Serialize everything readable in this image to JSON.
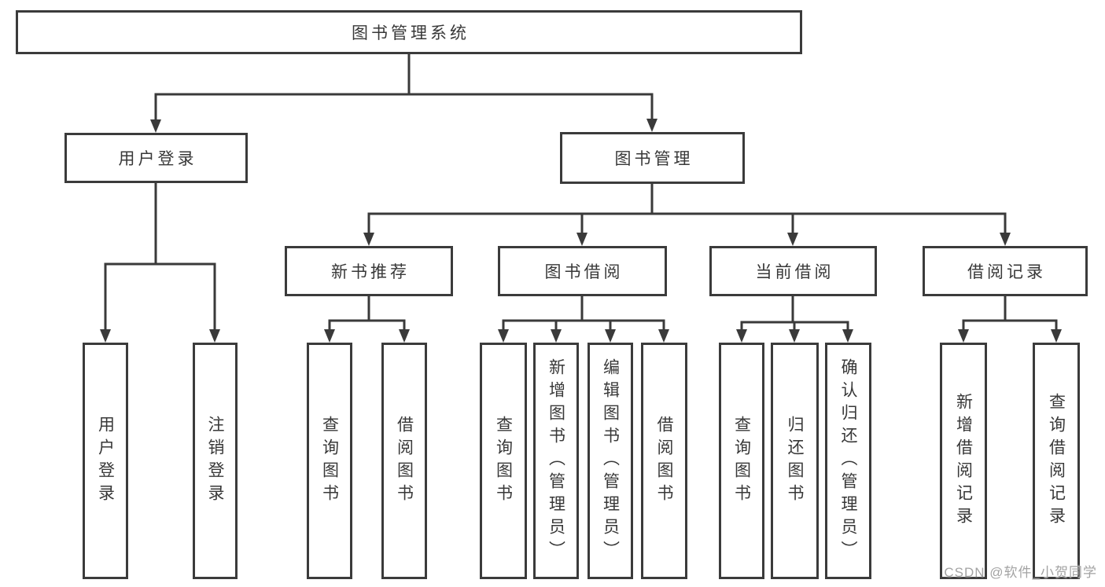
{
  "diagram": {
    "root": {
      "label": "图书管理系统"
    },
    "level2": [
      {
        "label": "用户登录"
      },
      {
        "label": "图书管理"
      }
    ],
    "level3": [
      {
        "label": "新书推荐"
      },
      {
        "label": "图书借阅"
      },
      {
        "label": "当前借阅"
      },
      {
        "label": "借阅记录"
      }
    ],
    "leaves": [
      {
        "label": "用户登录",
        "parent": "用户登录"
      },
      {
        "label": "注销登录",
        "parent": "用户登录"
      },
      {
        "label": "查询图书",
        "parent": "新书推荐"
      },
      {
        "label": "借阅图书",
        "parent": "新书推荐"
      },
      {
        "label": "查询图书",
        "parent": "图书借阅"
      },
      {
        "label": "新增图书（管理员）",
        "parent": "图书借阅"
      },
      {
        "label": "编辑图书（管理员）",
        "parent": "图书借阅"
      },
      {
        "label": "借阅图书",
        "parent": "图书借阅"
      },
      {
        "label": "查询图书",
        "parent": "当前借阅"
      },
      {
        "label": "归还图书",
        "parent": "当前借阅"
      },
      {
        "label": "确认归还（管理员）",
        "parent": "当前借阅"
      },
      {
        "label": "新增借阅记录",
        "parent": "借阅记录"
      },
      {
        "label": "查询借阅记录",
        "parent": "借阅记录"
      }
    ],
    "watermark": "CSDN @软件_小贺同学",
    "colors": {
      "border": "#3b3b3b",
      "text": "#383838",
      "line": "#3a3a3a",
      "watermark": "#a3a3a3",
      "background": "#ffffff"
    }
  }
}
